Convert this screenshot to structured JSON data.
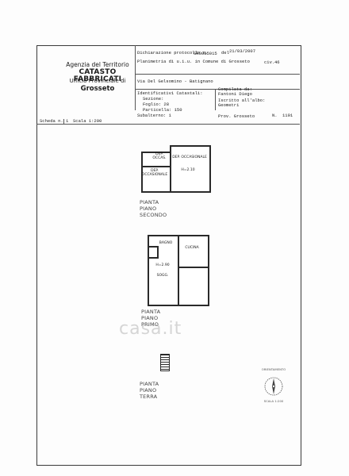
{
  "agency": {
    "name": "Agenzia del Territorio",
    "title": "CATASTO FABBRICATI",
    "office": "Ufficio Provinciale di",
    "province": "Grosseto"
  },
  "header": {
    "dichiarazione_label": "Dichiarazione protocollo n.",
    "protocollo": "GR0085915",
    "del_label": "del",
    "date": "21/03/2007",
    "planimetria": "Planimetria di u.i.u. in Comune di Grosseto",
    "civ_label": "civ.",
    "civ": "46",
    "via": "Via Del Gelsomino - Batignano",
    "identificativi": "Identificativi Catastali:",
    "sezione": "Sezione:",
    "foglio": "Foglio: 28",
    "particella": "Particella: 150",
    "subalterno": "Subalterno: 1",
    "compilata_da": "Compilata da:",
    "compilatore": "Fantoni Diego",
    "iscritto": "Iscritto all'albo:",
    "albo": "Geometri",
    "prov_label": "Prov. Grosseto",
    "n_label": "N.",
    "n_value": "1191"
  },
  "scheda": {
    "scheda": "Scheda n. 1",
    "scala": "Scala 1:200"
  },
  "floors": {
    "secondo": {
      "title": "PIANTA PIANO SECONDO",
      "rooms": [
        {
          "label": "DEP. OCCAS."
        },
        {
          "label": "DEP. OCCASIONALE"
        },
        {
          "label": "DEP. OCCASIONALE"
        },
        {
          "label": "H=2.10"
        }
      ]
    },
    "primo": {
      "title": "PIANTA PIANO PRIMO",
      "rooms": [
        {
          "label": "BAGNO"
        },
        {
          "label": "CUCINA"
        },
        {
          "label": "H=2.90"
        },
        {
          "label": "SOGG."
        }
      ]
    },
    "terra": {
      "title": "PIANTA PIANO TERRA"
    }
  },
  "compass": {
    "label": "ORIENTAMENTO",
    "scale": "SCALA 1:200"
  },
  "watermark": "casa.it"
}
